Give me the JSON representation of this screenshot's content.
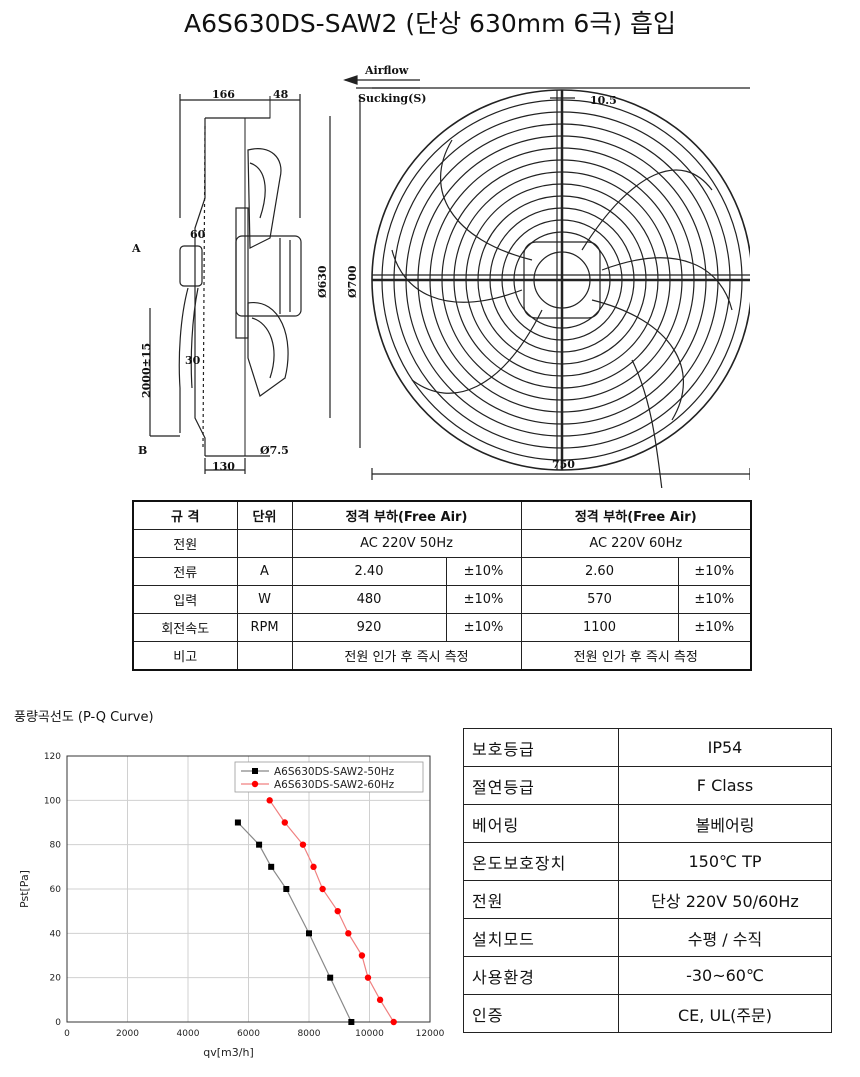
{
  "title": "A6S630DS-SAW2 (단상 630mm 6극) 흡입",
  "drawing": {
    "airflow": "Airflow",
    "sucking": "Sucking(S)",
    "dim_166": "166",
    "dim_48": "48",
    "dim_60": "60",
    "dim_30": "30",
    "dim_130": "130",
    "dim_75": "Ø7.5",
    "dim_2000": "2000±15",
    "dim_630": "Ø630",
    "dim_700": "Ø700",
    "dim_105": "10.5",
    "dim_750": "750",
    "label_a": "A",
    "label_b": "B"
  },
  "spec_table": {
    "headers": [
      "규 격",
      "단위",
      "정격 부하(Free Air)",
      "정격 부하(Free Air)"
    ],
    "rows": [
      {
        "name": "전원",
        "unit": "",
        "v50": "AC 220V 50Hz",
        "t50": "",
        "v60": "AC 220V 60Hz",
        "t60": ""
      },
      {
        "name": "전류",
        "unit": "A",
        "v50": "2.40",
        "t50": "±10%",
        "v60": "2.60",
        "t60": "±10%"
      },
      {
        "name": "입력",
        "unit": "W",
        "v50": "480",
        "t50": "±10%",
        "v60": "570",
        "t60": "±10%"
      },
      {
        "name": "회전속도",
        "unit": "RPM",
        "v50": "920",
        "t50": "±10%",
        "v60": "1100",
        "t60": "±10%"
      },
      {
        "name": "비고",
        "unit": "",
        "v50": "전원 인가 후 즉시 측정",
        "t50": "",
        "v60": "전원 인가 후 즉시 측정",
        "t60": ""
      }
    ]
  },
  "curve_title": "풍량곡선도 (P-Q Curve)",
  "props": [
    {
      "k": "보호등급",
      "v": "IP54"
    },
    {
      "k": "절연등급",
      "v": "F Class"
    },
    {
      "k": "베어링",
      "v": "볼베어링"
    },
    {
      "k": "온도보호장치",
      "v": "150℃ TP"
    },
    {
      "k": "전원",
      "v": "단상 220V 50/60Hz"
    },
    {
      "k": "설치모드",
      "v": "수평 / 수직"
    },
    {
      "k": "사용환경",
      "v": "-30~60℃"
    },
    {
      "k": "인증",
      "v": "CE, UL(주문)"
    }
  ],
  "chart_data": {
    "type": "line",
    "xlabel": "qv[m3/h]",
    "ylabel": "Pst[Pa]",
    "xlim": [
      0,
      12000
    ],
    "ylim": [
      0,
      120
    ],
    "xticks": [
      "0",
      "2000",
      "4000",
      "6000",
      "8000",
      "10000",
      "12000"
    ],
    "yticks": [
      "0",
      "20",
      "40",
      "60",
      "80",
      "100",
      "120"
    ],
    "legend": "top-right",
    "series": [
      {
        "name": "A6S630DS-SAW2-50Hz",
        "color": "#000000",
        "marker": "square",
        "x": [
          5650,
          6350,
          6750,
          7250,
          8000,
          8700,
          9400
        ],
        "y": [
          90,
          80,
          70,
          60,
          40,
          20,
          0
        ]
      },
      {
        "name": "A6S630DS-SAW2-60Hz",
        "color": "#ff0000",
        "marker": "circle",
        "x": [
          6700,
          7200,
          7800,
          8150,
          8450,
          8950,
          9300,
          9750,
          9950,
          10350,
          10800
        ],
        "y": [
          100,
          90,
          80,
          70,
          60,
          50,
          40,
          30,
          20,
          10,
          0
        ]
      }
    ]
  }
}
